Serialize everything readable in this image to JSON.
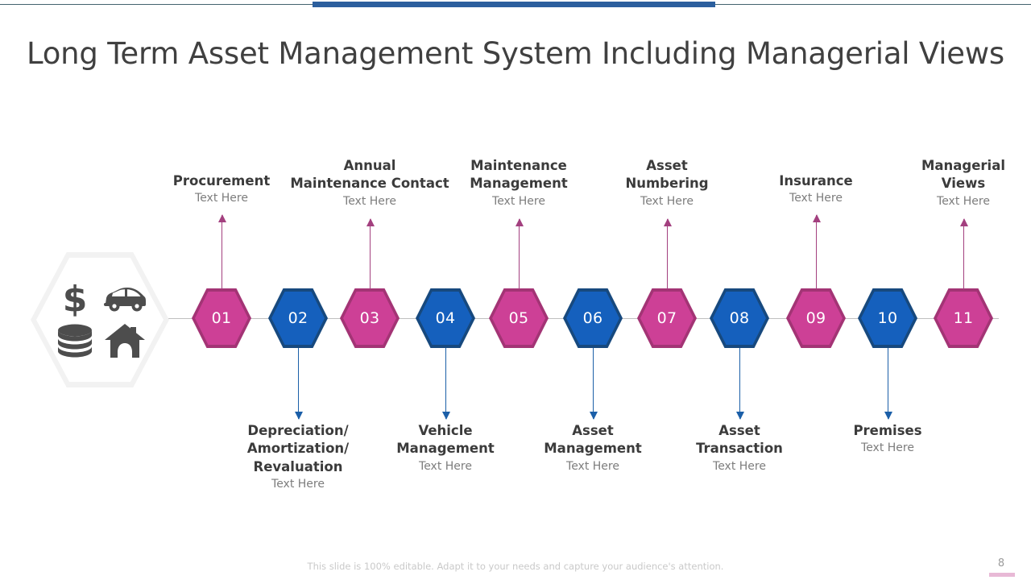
{
  "slide": {
    "title": "Long Term Asset Management System Including Managerial Views",
    "page_number": "8",
    "footer_note": "This slide is 100% editable. Adapt it to your needs and capture your audience's attention."
  },
  "colors": {
    "pink": "#cd4096",
    "pink_dark": "#a33475",
    "blue": "#1560bd",
    "blue_dark": "#17497e",
    "title_text": "#404040",
    "label_title": "#3b3b3b",
    "label_sub": "#7d7d7d",
    "spine": "#bfbfbf",
    "accent_bar": "#2c5f9e",
    "page_bar": "#e8b9d6"
  },
  "source_hex": {
    "icons": [
      "dollar-sign-icon",
      "car-icon",
      "coins-stack-icon",
      "house-icon"
    ]
  },
  "steps": [
    {
      "number": "01",
      "color": "pink",
      "side": "top",
      "title": "Procurement",
      "sub": "Text Here"
    },
    {
      "number": "02",
      "color": "blue",
      "side": "bottom",
      "title": "Depreciation/\nAmortization/\nRevaluation",
      "sub": "Text Here"
    },
    {
      "number": "03",
      "color": "pink",
      "side": "top",
      "title": "Annual\nMaintenance Contact",
      "sub": "Text Here"
    },
    {
      "number": "04",
      "color": "blue",
      "side": "bottom",
      "title": "Vehicle\nManagement",
      "sub": "Text Here"
    },
    {
      "number": "05",
      "color": "pink",
      "side": "top",
      "title": "Maintenance\nManagement",
      "sub": "Text Here"
    },
    {
      "number": "06",
      "color": "blue",
      "side": "bottom",
      "title": "Asset\nManagement",
      "sub": "Text Here"
    },
    {
      "number": "07",
      "color": "pink",
      "side": "top",
      "title": "Asset\nNumbering",
      "sub": "Text Here"
    },
    {
      "number": "08",
      "color": "blue",
      "side": "bottom",
      "title": "Asset\nTransaction",
      "sub": "Text Here"
    },
    {
      "number": "09",
      "color": "pink",
      "side": "top",
      "title": "Insurance",
      "sub": "Text Here"
    },
    {
      "number": "10",
      "color": "blue",
      "side": "bottom",
      "title": "Premises",
      "sub": "Text Here"
    },
    {
      "number": "11",
      "color": "pink",
      "side": "top",
      "title": "Managerial\nViews",
      "sub": "Text Here"
    }
  ]
}
